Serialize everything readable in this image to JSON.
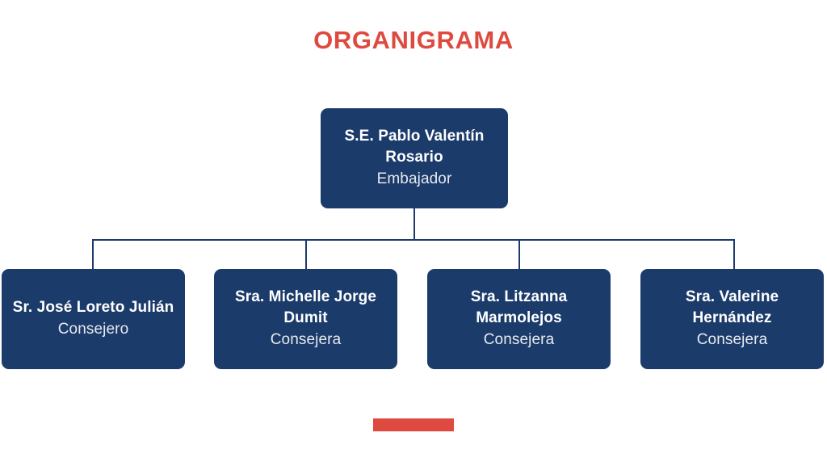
{
  "title": "ORGANIGRAMA",
  "colors": {
    "title_red": "#DE4A40",
    "node_navy": "#1B3B6B",
    "node_text": "#FFFFFF",
    "node_role_text": "#E8EAEE",
    "accent_red": "#DE4A40",
    "background": "#FFFFFF"
  },
  "root": {
    "name": "S.E. Pablo Valentín Rosario",
    "role": "Embajador"
  },
  "children": [
    {
      "name": "Sr. José Loreto Julián",
      "role": "Consejero"
    },
    {
      "name": "Sra. Michelle Jorge Dumit",
      "role": "Consejera"
    },
    {
      "name": "Sra. Litzanna Marmolejos",
      "role": "Consejera"
    },
    {
      "name": "Sra. Valerine Hernández",
      "role": "Consejera"
    }
  ]
}
